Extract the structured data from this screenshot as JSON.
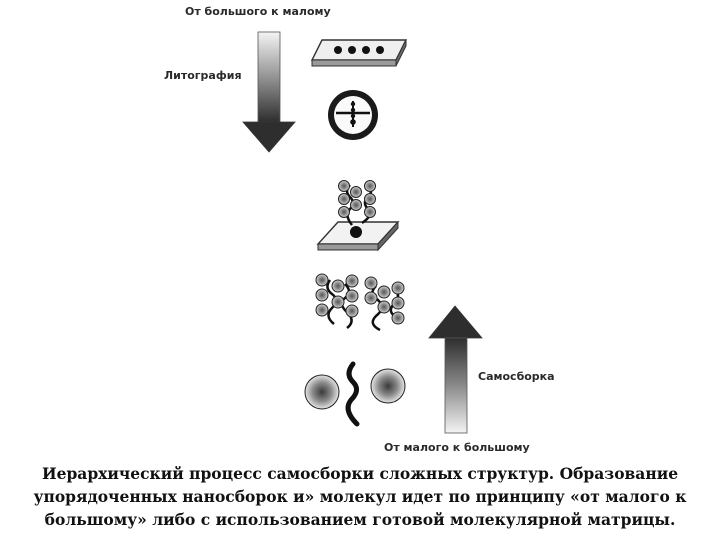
{
  "labels": {
    "top": "От большого к малому",
    "left_arrow": "Литография",
    "right_arrow": "Самосборка",
    "bottom": "От малого к большому"
  },
  "caption": {
    "line1": "Иерархический процесс самосборки сложных структур. Образование",
    "line2": "упорядоченных наносборок и» молекул идет по принципу «от малого к",
    "line3": "большому» либо с использованием готовой молекулярной матрицы."
  }
}
